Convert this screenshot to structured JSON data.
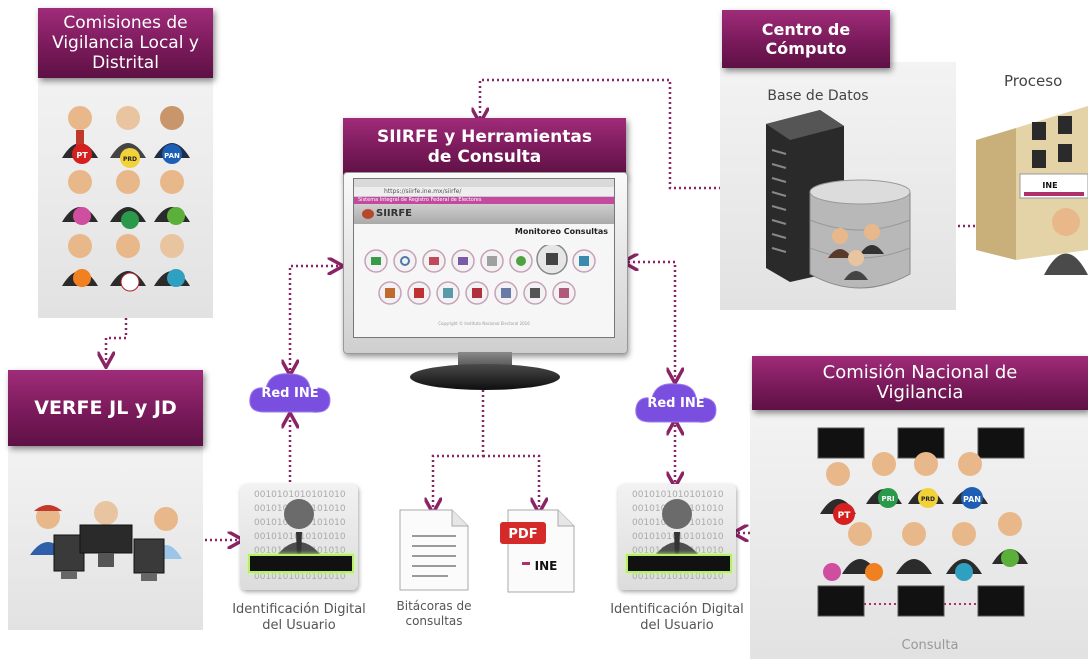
{
  "commissions_local": {
    "title": "Comisiones de Vigilancia Local y Distrital",
    "party_badges": [
      "PT",
      "PRD",
      "PAN"
    ]
  },
  "verfe": {
    "title": "VERFE JL y JD"
  },
  "siirfe": {
    "title": "SIIRFE y Herramientas de Consulta",
    "browser_url": "https://siirfe.ine.mx/siirfe/",
    "system_banner": "Sistema Integral de Registro Federal de Electores",
    "logo_text": "SIIRFE",
    "section_title": "Monitoreo Consultas",
    "footer": "Copyright © Instituto Nacional Electoral 2016"
  },
  "centro_computo": {
    "title": "Centro de Cómputo",
    "db_label": "Base de Datos"
  },
  "proceso": {
    "label": "Proceso",
    "building_sign": "INE"
  },
  "red_left": {
    "label": "Red INE"
  },
  "red_right": {
    "label": "Red INE"
  },
  "id_left": {
    "caption": "Identificación Digital del Usuario"
  },
  "id_right": {
    "caption": "Identificación Digital del Usuario"
  },
  "binary_text": "0010101010101010",
  "bitacoras": {
    "caption": "Bitácoras de consultas"
  },
  "pdf": {
    "badge": "PDF",
    "logo": "INE"
  },
  "cnv": {
    "title": "Comisión Nacional de Vigilancia",
    "caption": "Consulta",
    "party_badges": [
      "PT",
      "PRI",
      "PRD",
      "PAN"
    ]
  },
  "colors": {
    "banner": "#7a1a5b",
    "arrow": "#8a2465",
    "cloud": "#7a4fe0"
  }
}
